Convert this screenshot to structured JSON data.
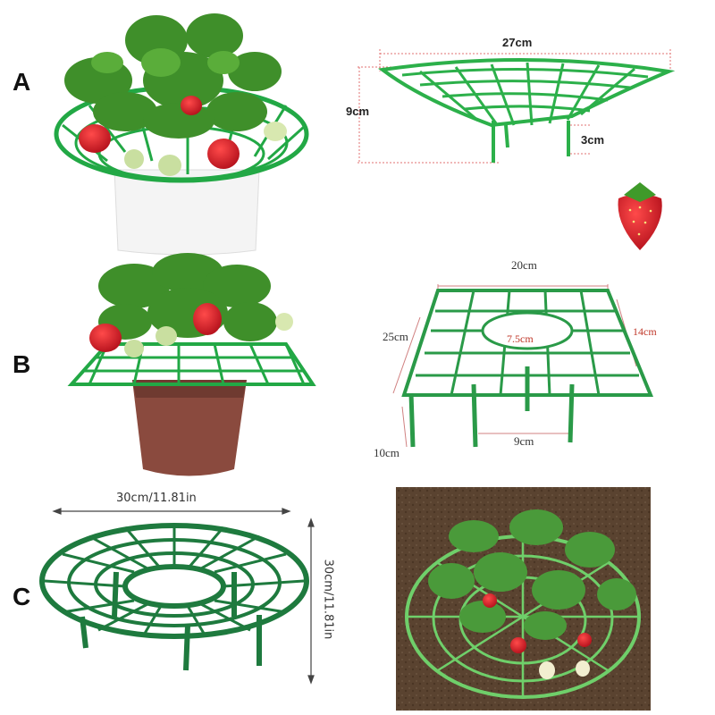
{
  "panels": {
    "a": {
      "letter": "A",
      "width": "27cm",
      "height": "9cm",
      "leg": "3cm"
    },
    "b": {
      "letter": "B",
      "width": "20cm",
      "length": "25cm",
      "inner_ring": "7.5cm",
      "side": "14cm",
      "leg_spacing": "9cm",
      "leg_height": "10cm"
    },
    "c": {
      "letter": "C",
      "width": "30cm/11.81in",
      "height": "30cm/11.81in"
    }
  },
  "colors": {
    "support_green": "#22a845",
    "support_dark_green": "#1e7a3e",
    "strawberry_red": "#d6202a",
    "leaf_green": "#3f8f2a",
    "soil": "#5a4330",
    "pot_brown": "#8a4a3e"
  }
}
